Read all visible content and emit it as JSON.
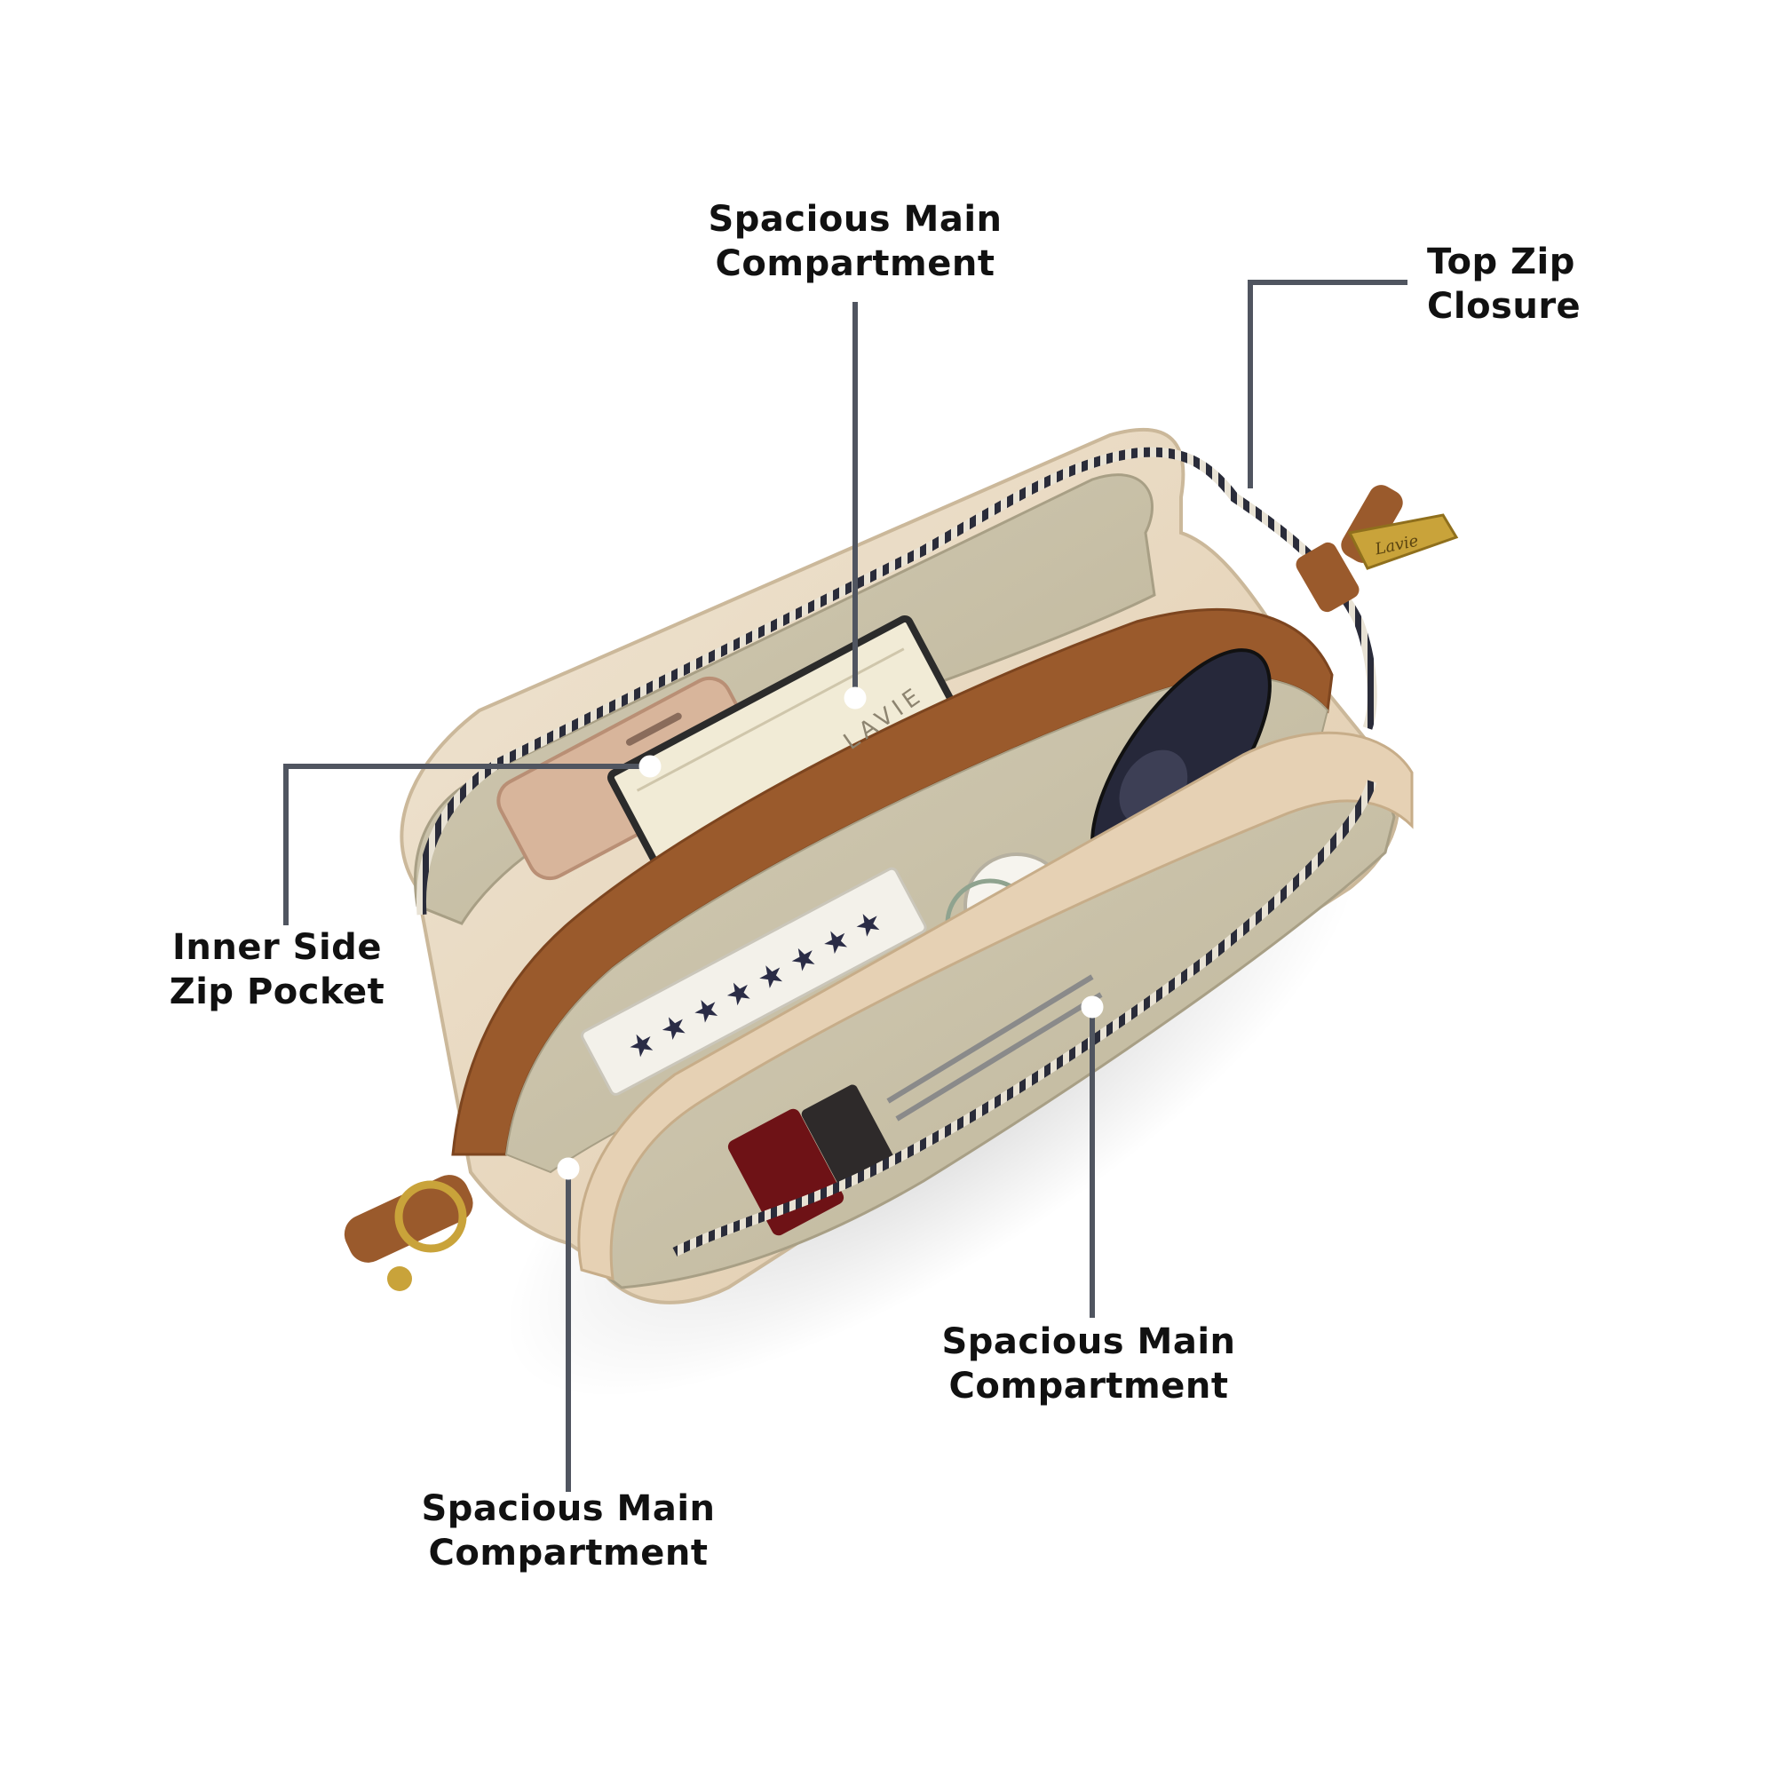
{
  "image": {
    "brand_tags": [
      "LAVIE",
      "Lavie"
    ],
    "colors": {
      "leader": "#505560",
      "text": "#111111",
      "lining": "#c9c1a8",
      "lining_dark": "#b4ab90",
      "tan_trim": "#9a5a2c",
      "cream_shell": "#ece6da",
      "beige_shell": "#e2cdb0",
      "zipper": "#2a2c3a",
      "gold": "#c9a33a"
    }
  },
  "callouts": [
    {
      "id": "top-main",
      "line1": "Spacious Main",
      "line2": "Compartment"
    },
    {
      "id": "top-zip",
      "line1": "Top Zip",
      "line2": "Closure"
    },
    {
      "id": "inner-pocket",
      "line1": "Inner Side",
      "line2": "Zip Pocket"
    },
    {
      "id": "right-main",
      "line1": "Spacious Main",
      "line2": "Compartment"
    },
    {
      "id": "bottom-main",
      "line1": "Spacious Main",
      "line2": "Compartment"
    }
  ]
}
